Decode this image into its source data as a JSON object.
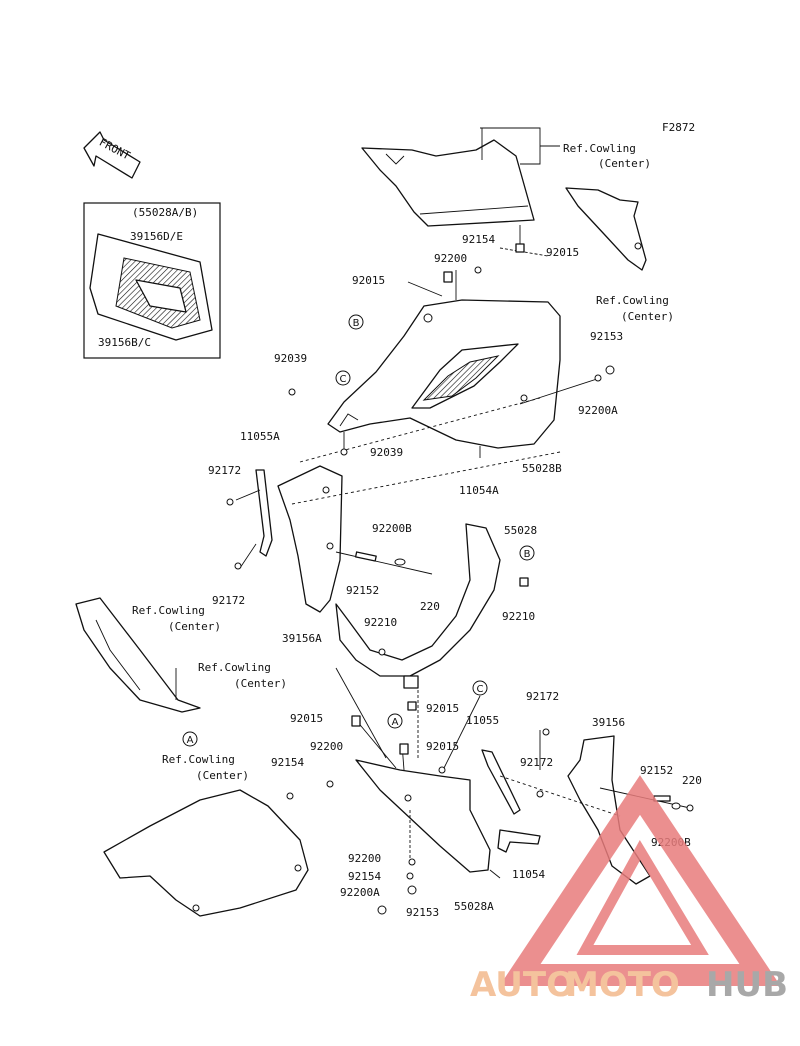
{
  "figure_id": "F2872",
  "front_arrow": "FRONT",
  "inset": {
    "title": "(55028A/B)",
    "labels": [
      "39156D/E",
      "39156B/C"
    ]
  },
  "refs": {
    "A": "A",
    "B": "B",
    "C": "C"
  },
  "callouts": [
    {
      "id": "ref-top-1",
      "text": "Ref.Cowling"
    },
    {
      "id": "ref-top-1b",
      "text": "(Center)"
    },
    {
      "id": "ref-top-2",
      "text": "Ref.Cowling"
    },
    {
      "id": "ref-top-2b",
      "text": "(Center)"
    },
    {
      "id": "ref-left-1",
      "text": "Ref.Cowling"
    },
    {
      "id": "ref-left-1b",
      "text": "(Center)"
    },
    {
      "id": "ref-left-2",
      "text": "Ref.Cowling"
    },
    {
      "id": "ref-left-2b",
      "text": "(Center)"
    },
    {
      "id": "ref-bottom",
      "text": "Ref.Cowling"
    },
    {
      "id": "ref-bottomb",
      "text": "(Center)"
    }
  ],
  "part_labels": [
    "92154",
    "92015",
    "92200",
    "92015",
    "92153",
    "92039",
    "92200A",
    "92039",
    "55028B",
    "11054A",
    "11055A",
    "92172",
    "92172",
    "92200B",
    "55028",
    "92152",
    "220",
    "92210",
    "92210",
    "39156A",
    "92015",
    "92015",
    "92172",
    "11055",
    "92015",
    "92200",
    "92154",
    "92172",
    "39156",
    "92152",
    "220",
    "92200B",
    "92200",
    "92154",
    "92200A",
    "92153",
    "55028A",
    "11054"
  ],
  "watermark": {
    "auto": "AUTO",
    "moto": "MOTO",
    "hub": "HUB",
    "color_auto": "#f3b98c",
    "color_hub": "#9a9a9a",
    "color_triangle": "#e87c7c"
  }
}
